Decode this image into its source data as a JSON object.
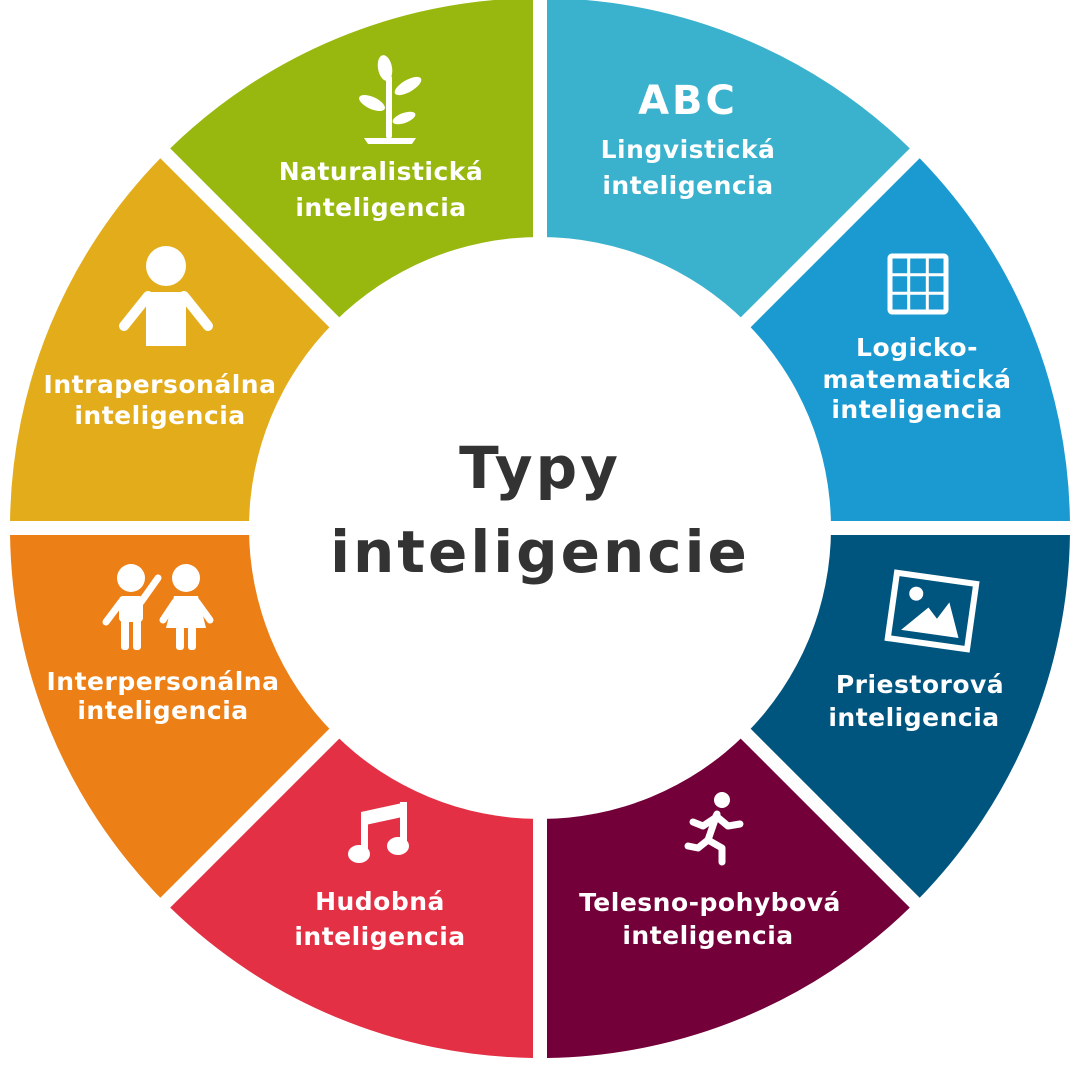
{
  "center": {
    "line1": "Typy",
    "line2": "inteligencie"
  },
  "segments": [
    {
      "id": "lingvisticka",
      "color": "#3BB2CD",
      "icon": "abc-icon",
      "icon_text": "ABC",
      "lines": [
        "Lingvistická",
        "inteligencia"
      ]
    },
    {
      "id": "logicko-matematicka",
      "color": "#1A9AD0",
      "icon": "grid-icon",
      "lines": [
        "Logicko-",
        "matematická",
        "inteligencia"
      ]
    },
    {
      "id": "priestorova",
      "color": "#00557F",
      "icon": "picture-icon",
      "lines": [
        "Priestorová",
        "inteligencia"
      ]
    },
    {
      "id": "telesno-pohybova",
      "color": "#730039",
      "icon": "runner-icon",
      "lines": [
        "Telesno-pohybová",
        "inteligencia"
      ]
    },
    {
      "id": "hudobna",
      "color": "#E33044",
      "icon": "music-note-icon",
      "lines": [
        "Hudobná",
        "inteligencia"
      ]
    },
    {
      "id": "interpersonalna",
      "color": "#EC7F15",
      "icon": "two-people-icon",
      "lines": [
        "Interpersonálna",
        "inteligencia"
      ]
    },
    {
      "id": "intrapersonalna",
      "color": "#E2AC1A",
      "icon": "person-icon",
      "lines": [
        "Intrapersonálna",
        "inteligencia"
      ]
    },
    {
      "id": "naturalisticka",
      "color": "#98B80F",
      "icon": "sprout-icon",
      "lines": [
        "Naturalistická",
        "inteligencia"
      ]
    }
  ]
}
